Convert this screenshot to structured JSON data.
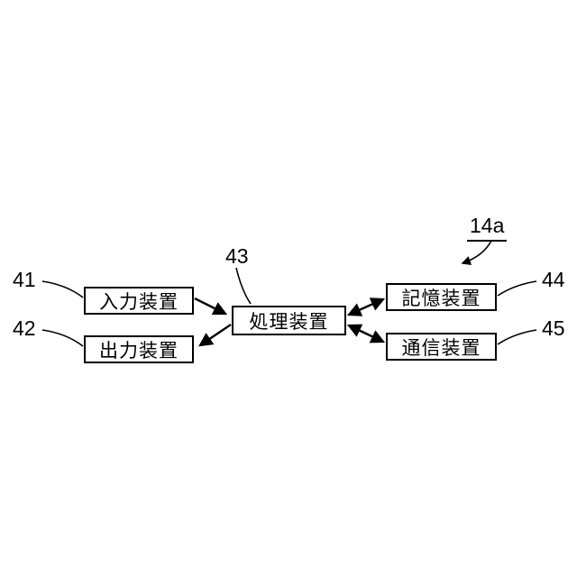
{
  "figure": {
    "ref_label": "14a",
    "boxes": {
      "input": {
        "label": "入力装置",
        "ref": "41"
      },
      "output": {
        "label": "出力装置",
        "ref": "42"
      },
      "processing": {
        "label": "処理装置",
        "ref": "43"
      },
      "storage": {
        "label": "記憶装置",
        "ref": "44"
      },
      "communication": {
        "label": "通信装置",
        "ref": "45"
      }
    },
    "connections": [
      {
        "from": "入力装置",
        "to": "処理装置",
        "type": "one-way"
      },
      {
        "from": "処理装置",
        "to": "出力装置",
        "type": "one-way"
      },
      {
        "from": "処理装置",
        "to": "記憶装置",
        "type": "two-way"
      },
      {
        "from": "処理装置",
        "to": "通信装置",
        "type": "two-way"
      }
    ],
    "colors": {
      "line": "#000000",
      "background": "#ffffff"
    }
  }
}
